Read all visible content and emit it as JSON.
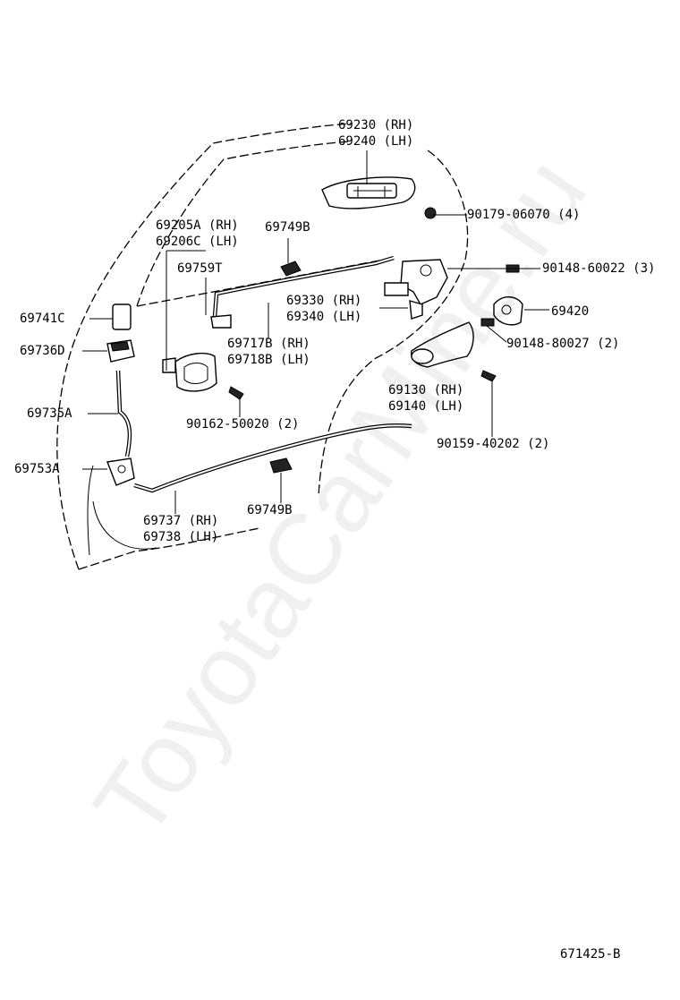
{
  "watermark": "ToyotaCarMine.ru",
  "diagram_code": "671425-B",
  "parts": {
    "p69230": "69230 (RH)",
    "p69240": "69240 (LH)",
    "p90179": "90179-06070 (4)",
    "p90148_60022": "90148-60022 (3)",
    "p69205": "69205A (RH)",
    "p69206": "69206C (LH)",
    "p69749_top": "69749B",
    "p69759": "69759T",
    "p69420": "69420",
    "p69330": "69330 (RH)",
    "p69340": "69340 (LH)",
    "p69741": "69741C",
    "p90148_80027": "90148-80027 (2)",
    "p69736": "69736D",
    "p69717": "69717B (RH)",
    "p69718": "69718B (LH)",
    "p69130": "69130 (RH)",
    "p69140": "69140 (LH)",
    "p69735": "69735A",
    "p90162": "90162-50020 (2)",
    "p90159": "90159-40202 (2)",
    "p69753": "69753A",
    "p69737": "69737 (RH)",
    "p69738": "69738 (LH)",
    "p69749_bot": "69749B"
  }
}
